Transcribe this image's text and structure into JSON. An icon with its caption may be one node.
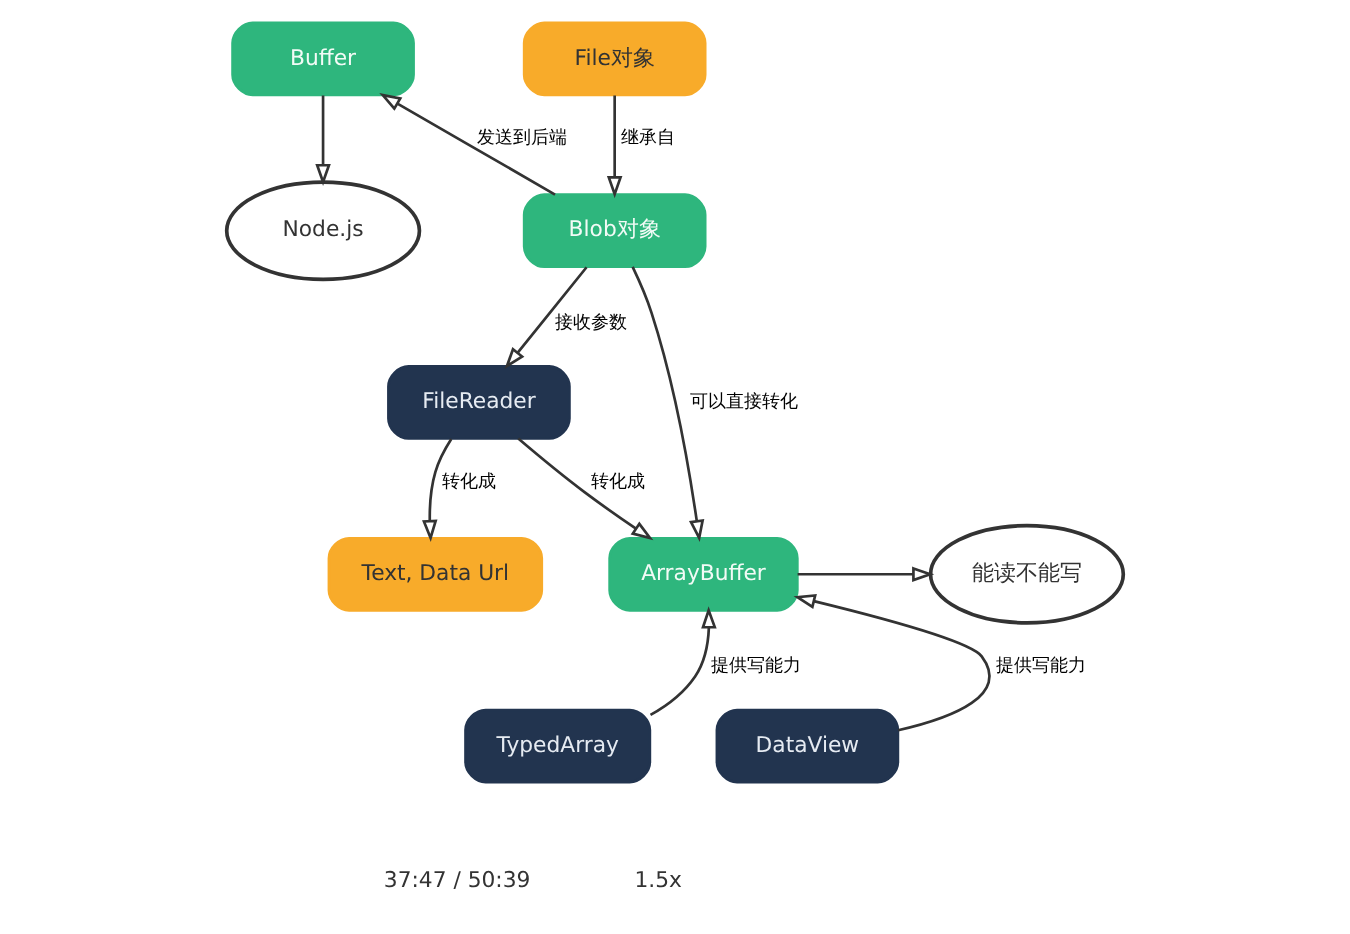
{
  "diagram": {
    "nodes": [
      {
        "text": [
          "Buffer"
        ]
      },
      {
        "text": [
          "Node.js"
        ]
      },
      {
        "text": [
          "File对象"
        ]
      },
      {
        "text": [
          "Blob对象"
        ]
      },
      {
        "text": [
          "FileReader"
        ]
      },
      {
        "text": [
          "Text, Data Url"
        ]
      },
      {
        "text": [
          "ArrayBuffer"
        ]
      },
      {
        "text": [
          "能读不能写"
        ]
      },
      {
        "text": [
          "TypedArray"
        ]
      },
      {
        "text": [
          "DataView"
        ]
      }
    ],
    "edges": [
      {
        "from": 3,
        "to": 0,
        "arrow": "to",
        "label": "发送到后端"
      },
      {
        "from": 0,
        "to": 1,
        "arrow": "to"
      },
      {
        "from": 2,
        "to": 3,
        "arrow": "to",
        "label": "继承自"
      },
      {
        "from": 3,
        "to": 4,
        "arrow": "to",
        "label": "接收参数"
      },
      {
        "from": 3,
        "to": 6,
        "arrow": "to",
        "label": "可以直接转化"
      },
      {
        "from": 4,
        "to": 5,
        "arrow": "to",
        "label": "转化成"
      },
      {
        "from": 4,
        "to": 6,
        "arrow": "to",
        "label": "转化成"
      },
      {
        "from": 6,
        "to": 7,
        "arrow": "to"
      },
      {
        "from": 8,
        "to": 6,
        "arrow": "to",
        "label": "提供写能力"
      },
      {
        "from": 9,
        "to": 6,
        "arrow": "to",
        "label": "提供写能力"
      }
    ],
    "labels": [
      "37:47 / 50:39",
      "1.5x"
    ]
  }
}
